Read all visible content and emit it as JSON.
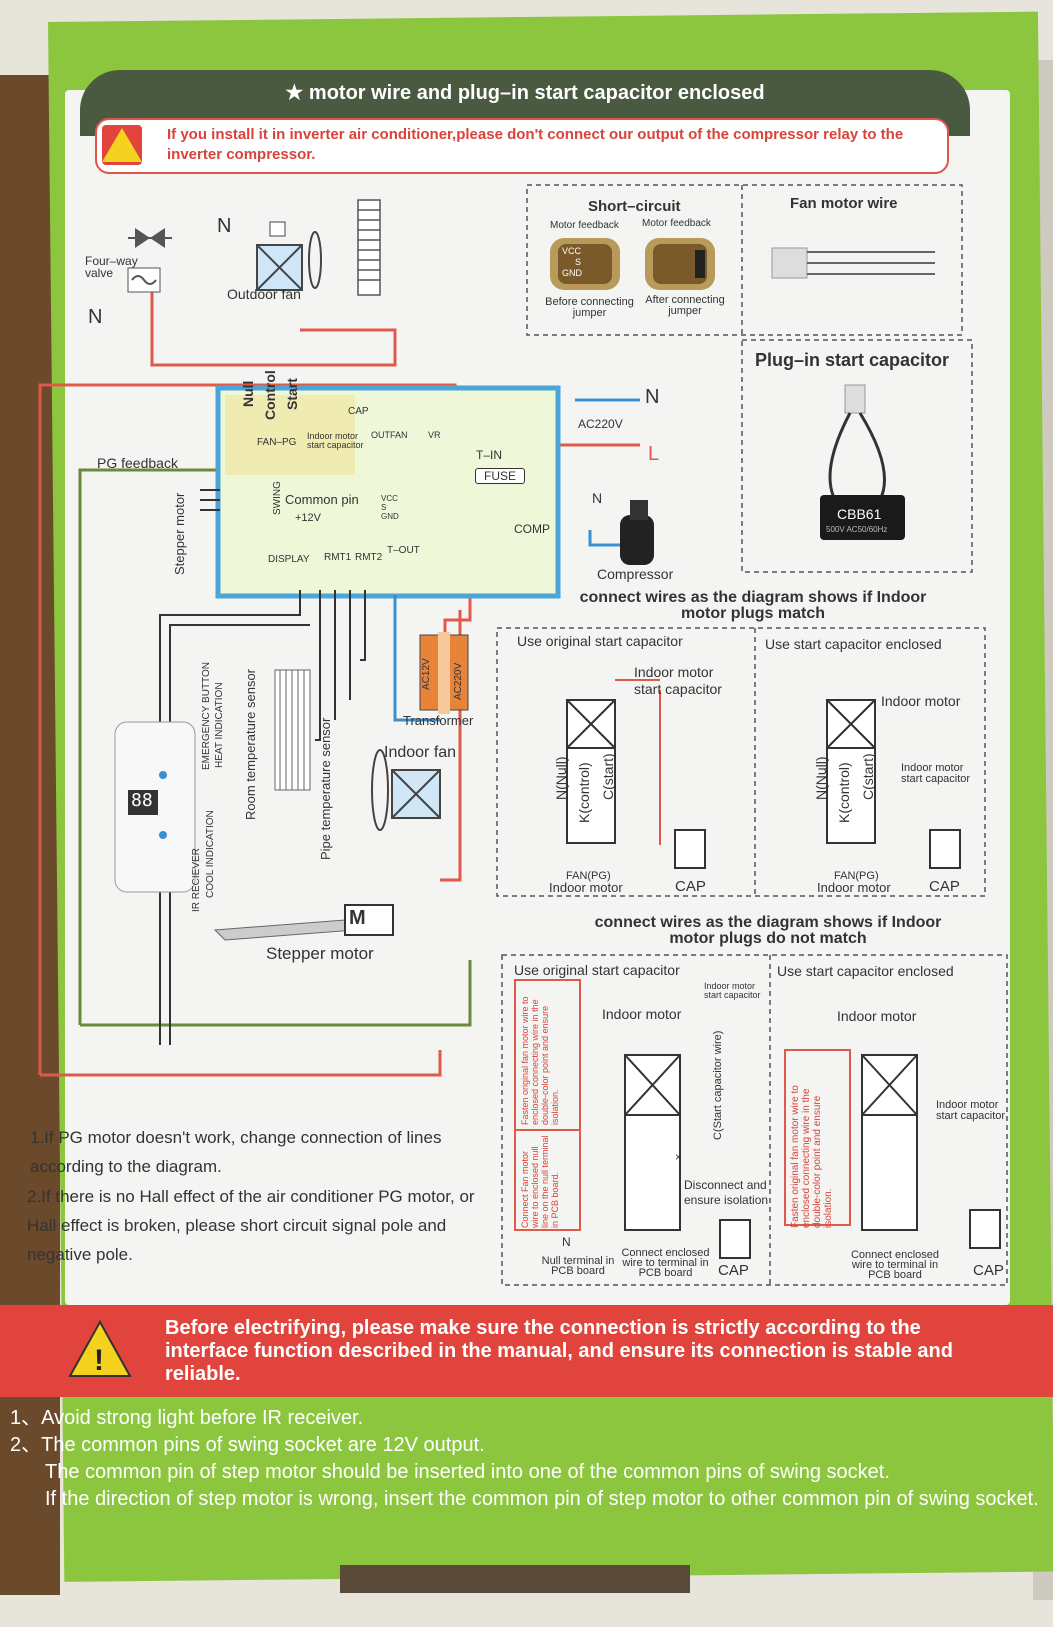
{
  "header": {
    "title": "★ motor wire and plug–in start capacitor enclosed",
    "warning": "If you install it in inverter air conditioner,please don't connect our output of the compressor relay to the inverter compressor."
  },
  "short_circuit": {
    "title": "Short–circuit",
    "left_caption": "Motor feedback",
    "right_caption": "Motor feedback",
    "pins": [
      "VCC",
      "S",
      "GND"
    ],
    "before": "Before connecting jumper",
    "after": "After connecting jumper"
  },
  "fan_motor_wire": {
    "title": "Fan motor wire"
  },
  "plug_in": {
    "title": "Plug–in start capacitor",
    "cap_label": "CBB61",
    "cap_rating": "500V AC50/60Hz"
  },
  "main_diagram": {
    "four_way": "Four–way valve",
    "n_left": "N",
    "n_top": "N",
    "outdoor_fan": "Outdoor fan",
    "pg_feedback": "PG feedback",
    "stepper_motor_v": "Stepper motor",
    "null": "Null",
    "control": "Control",
    "start": "Start",
    "cap": "CAP",
    "fan_pg": "FAN–PG",
    "indoor_motor_cap": "Indoor motor start capacitor",
    "outfan": "OUTFAN",
    "vr": "VR",
    "t_in": "T–IN",
    "fuse": "FUSE",
    "ac220v": "AC220V",
    "n_right": "N",
    "l_right": "L",
    "n_comp": "N",
    "comp": "COMP",
    "compressor": "Compressor",
    "swing": "SWING",
    "common_pin": "Common pin",
    "plus12v": "+12V",
    "vcc": "VCC",
    "s": "S",
    "gnd": "GND",
    "display": "DISPLAY",
    "rmt1": "RMT1",
    "rmt2": "RMT2",
    "t_out": "T–OUT",
    "ac12v": "AC12V",
    "ac220v_t": "AC220V",
    "transformer": "Transformer",
    "indoor_fan": "Indoor fan",
    "emergency": "EMERGENCY BUTTON",
    "heat": "HEAT INDICATION",
    "room_sensor": "Room temperature sensor",
    "pipe_sensor": "Pipe temperature sensor",
    "ir": "IR RECIEVER",
    "cool": "COOL INDICATION",
    "display_digits": "88",
    "motor_m": "M",
    "stepper_motor": "Stepper motor"
  },
  "match": {
    "heading": "connect wires as the diagram shows if Indoor motor plugs match",
    "left_title": "Use original start capacitor",
    "right_title": "Use start capacitor enclosed",
    "indoor_motor_start_cap": "Indoor motor start capacitor",
    "indoor_motor": "Indoor motor",
    "n_null": "N(Null)",
    "k_control": "K(control)",
    "c_start": "C(start)",
    "fan_pg": "FAN(PG)",
    "cap": "CAP"
  },
  "nomatch": {
    "heading": "connect wires as the diagram shows if Indoor motor plugs do not match",
    "left_title": "Use original start capacitor",
    "right_title": "Use start capacitor enclosed",
    "indoor_motor_start_cap": "Indoor motor start capacitor",
    "indoor_motor": "Indoor motor",
    "fasten": "Fasten original fan motor wire to enclosed connecting wire in the double-color point and ensure isolation.",
    "connect_fan": "Connect Fan motor wire to enclosed null line on the null terminal in PCB board.",
    "c_start_wire": "C(Start capacitor wire)",
    "disconnect": "Disconnect and ensure isolation",
    "null_terminal": "Null terminal in PCB board",
    "connect_enclosed": "Connect enclosed wire to terminal in PCB board",
    "n": "N",
    "x": "×",
    "cap": "CAP"
  },
  "notes": [
    "1.If PG motor doesn't work, change connection of lines according to the diagram.",
    "2.If there is no Hall effect of the air conditioner PG motor, or Hall effect is broken, please short circuit signal pole and negative pole."
  ],
  "bottom_warning": "Before electrifying, please make sure the connection is strictly according to the interface function described in the manual, and ensure its connection is stable and reliable.",
  "tips": [
    "1、Avoid strong light before IR receiver.",
    "2、The common pins of swing socket are 12V output.",
    "The common pin of step motor should be inserted into one of the common pins of swing socket.",
    "If the direction of step motor is wrong, insert the common pin of step motor to other common pin of swing socket."
  ],
  "colors": {
    "panel": "#8cc63f",
    "header": "#4a5a40",
    "warning_red": "#e0443c",
    "wire_red": "#e05a4a",
    "wire_blue": "#3a8fd0"
  }
}
